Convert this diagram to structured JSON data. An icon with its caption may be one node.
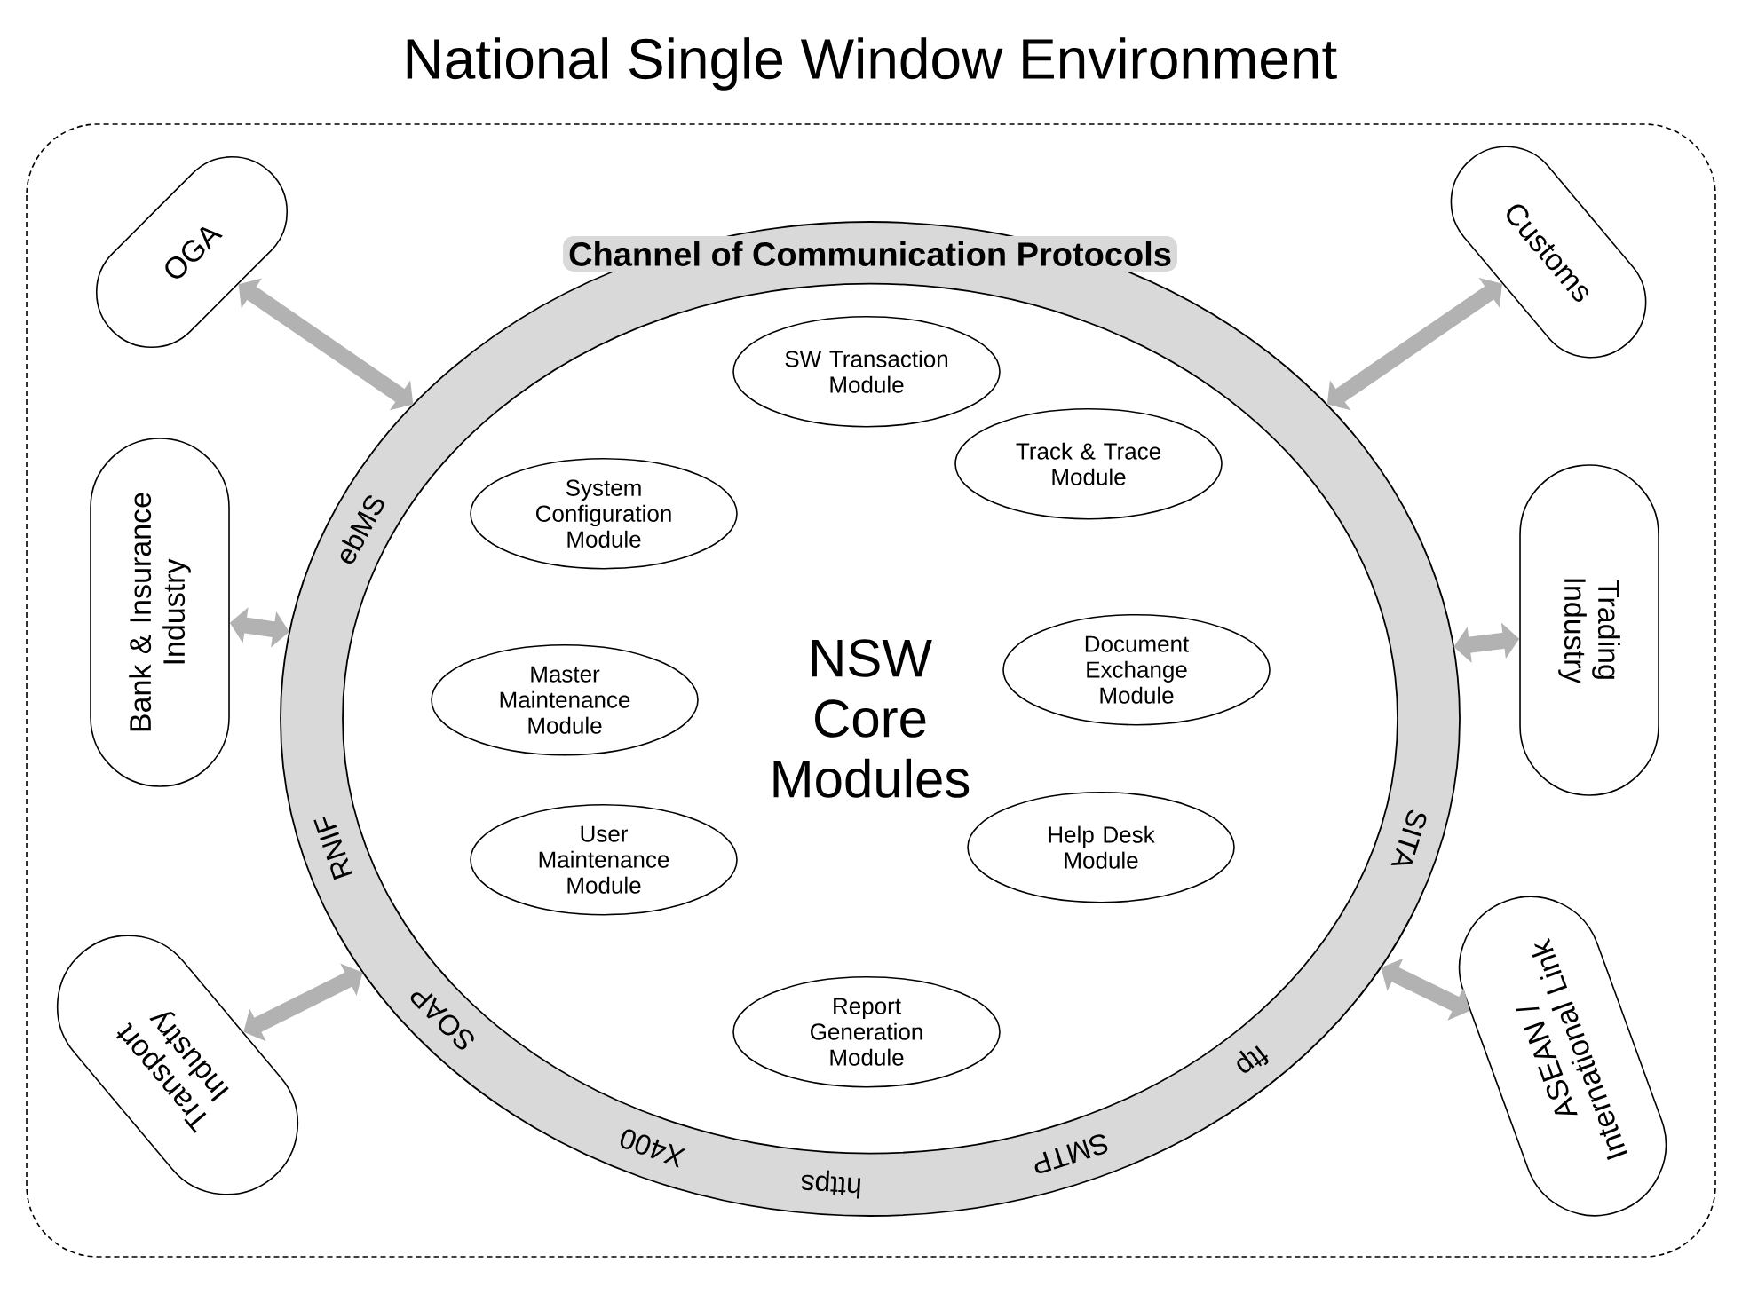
{
  "diagram": {
    "title": "National Single Window Environment",
    "nodes": [
      {
        "text": [
          "Channel of Communication Protocols",
          "ebMS",
          "RNIF",
          "SOAP",
          "X400",
          "https",
          "SMTP",
          "ftp",
          "SITA"
        ]
      },
      {
        "text": [
          "NSW Core Modules"
        ],
        "in": 0
      },
      {
        "text": [
          "SW Transaction Module"
        ],
        "in": 1
      },
      {
        "text": [
          "Track & Trace Module"
        ],
        "in": 1
      },
      {
        "text": [
          "System Configuration Module"
        ],
        "in": 1
      },
      {
        "text": [
          "Document Exchange Module"
        ],
        "in": 1
      },
      {
        "text": [
          "Master Maintenance Module"
        ],
        "in": 1
      },
      {
        "text": [
          "Help Desk Module"
        ],
        "in": 1
      },
      {
        "text": [
          "User Maintenance Module"
        ],
        "in": 1
      },
      {
        "text": [
          "Report Generation Module"
        ],
        "in": 1
      },
      {
        "text": [
          "OGA"
        ]
      },
      {
        "text": [
          "Customs"
        ]
      },
      {
        "text": [
          "Bank & Insurance Industry"
        ]
      },
      {
        "text": [
          "Trading Industry"
        ]
      },
      {
        "text": [
          "Transport Industry"
        ]
      },
      {
        "text": [
          "ASEAN / International Link"
        ]
      }
    ],
    "edges": [
      {
        "from": 0,
        "to": 10,
        "arrow": "both"
      },
      {
        "from": 0,
        "to": 11,
        "arrow": "both"
      },
      {
        "from": 0,
        "to": 12,
        "arrow": "both"
      },
      {
        "from": 0,
        "to": 13,
        "arrow": "both"
      },
      {
        "from": 0,
        "to": 14,
        "arrow": "both"
      },
      {
        "from": 0,
        "to": 15,
        "arrow": "both"
      }
    ]
  }
}
